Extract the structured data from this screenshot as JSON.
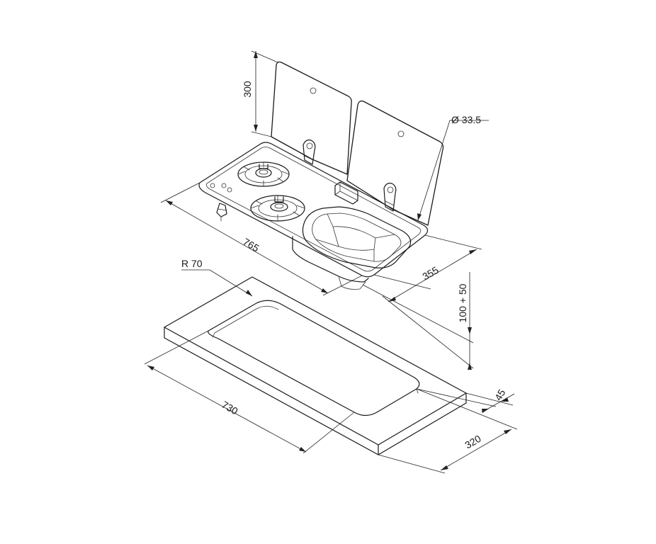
{
  "dimensions": {
    "lid_height": "300",
    "tap_hole_diameter": "Ø 33.5",
    "overall_length": "765",
    "overall_depth": "355",
    "installation_height": "100 + 50",
    "corner_radius": "R 70",
    "cutout_length": "730",
    "cutout_depth": "320",
    "edge_offset": "45"
  },
  "colors": {
    "line": "#1a1a1a",
    "background": "#ffffff"
  }
}
